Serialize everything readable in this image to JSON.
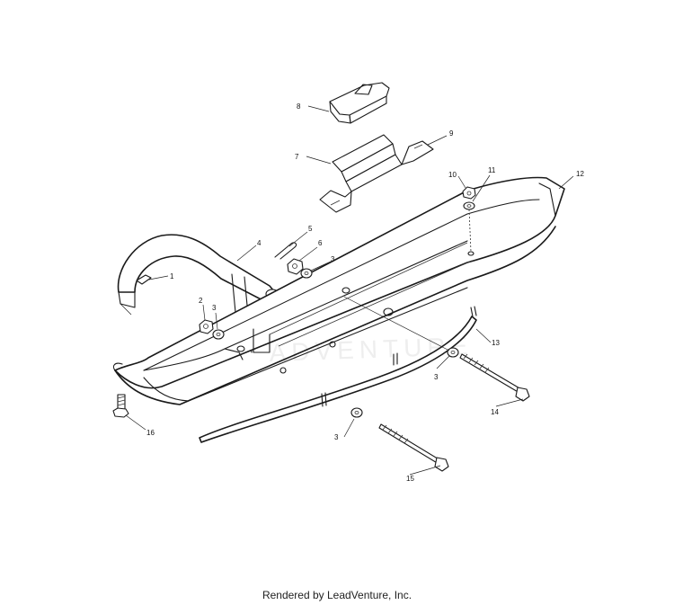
{
  "diagram": {
    "callouts": {
      "c1": "1",
      "c2": "2",
      "c3a": "3",
      "c3b": "3",
      "c3c": "3",
      "c3d": "3",
      "c4": "4",
      "c5": "5",
      "c6": "6",
      "c7": "7",
      "c8": "8",
      "c9": "9",
      "c10": "10",
      "c11": "11",
      "c12": "12",
      "c13": "13",
      "c14": "14",
      "c15": "15",
      "c16": "16"
    },
    "watermark": "ADVENTURE"
  },
  "footer": {
    "text": "Rendered by LeadVenture, Inc."
  }
}
